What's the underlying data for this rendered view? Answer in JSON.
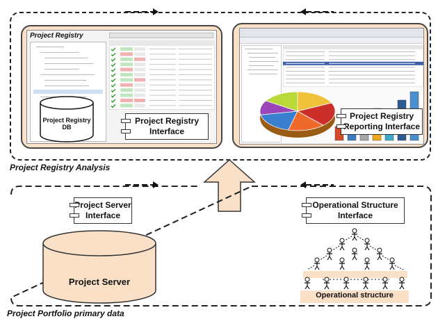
{
  "top_section": {
    "caption": "Project Registry Analysis",
    "left_panel": {
      "window_title": "Project Registry",
      "db_label_line1": "Project Registry",
      "db_label_line2": "DB",
      "interface_label_line1": "Project Registry",
      "interface_label_line2": "Interface"
    },
    "right_panel": {
      "interface_label_line1": "Project Registry",
      "interface_label_line2": "Reporting Interface"
    }
  },
  "bottom_section": {
    "caption": "Project Portfolio primary data",
    "project_server_interface_line1": "Project Server",
    "project_server_interface_line2": "Interface",
    "project_server_db": "Project Server",
    "operational_interface_line1": "Operational Structure",
    "operational_interface_line2": "Interface",
    "operational_structure": "Operational structure"
  },
  "colors": {
    "panel_fill": "#fbe0c8",
    "arrow_fill": "#fbe0c8",
    "outline": "#333333"
  },
  "icons": [
    "component-icon",
    "database-icon",
    "up-arrow-icon",
    "person-icon",
    "pie-chart-icon",
    "bar-chart-icon"
  ]
}
